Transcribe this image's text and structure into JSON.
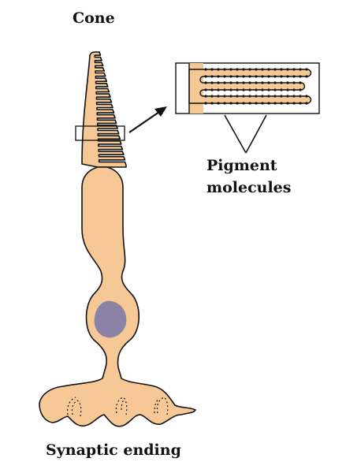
{
  "labels": {
    "cone": "Cone",
    "pigment_line1": "Pigment",
    "pigment_line2": "molecules",
    "synaptic": "Synaptic ending"
  },
  "colors": {
    "cell_fill": "#f6c895",
    "outline": "#111111",
    "nucleus": "#8b82a6",
    "background": "#ffffff"
  }
}
